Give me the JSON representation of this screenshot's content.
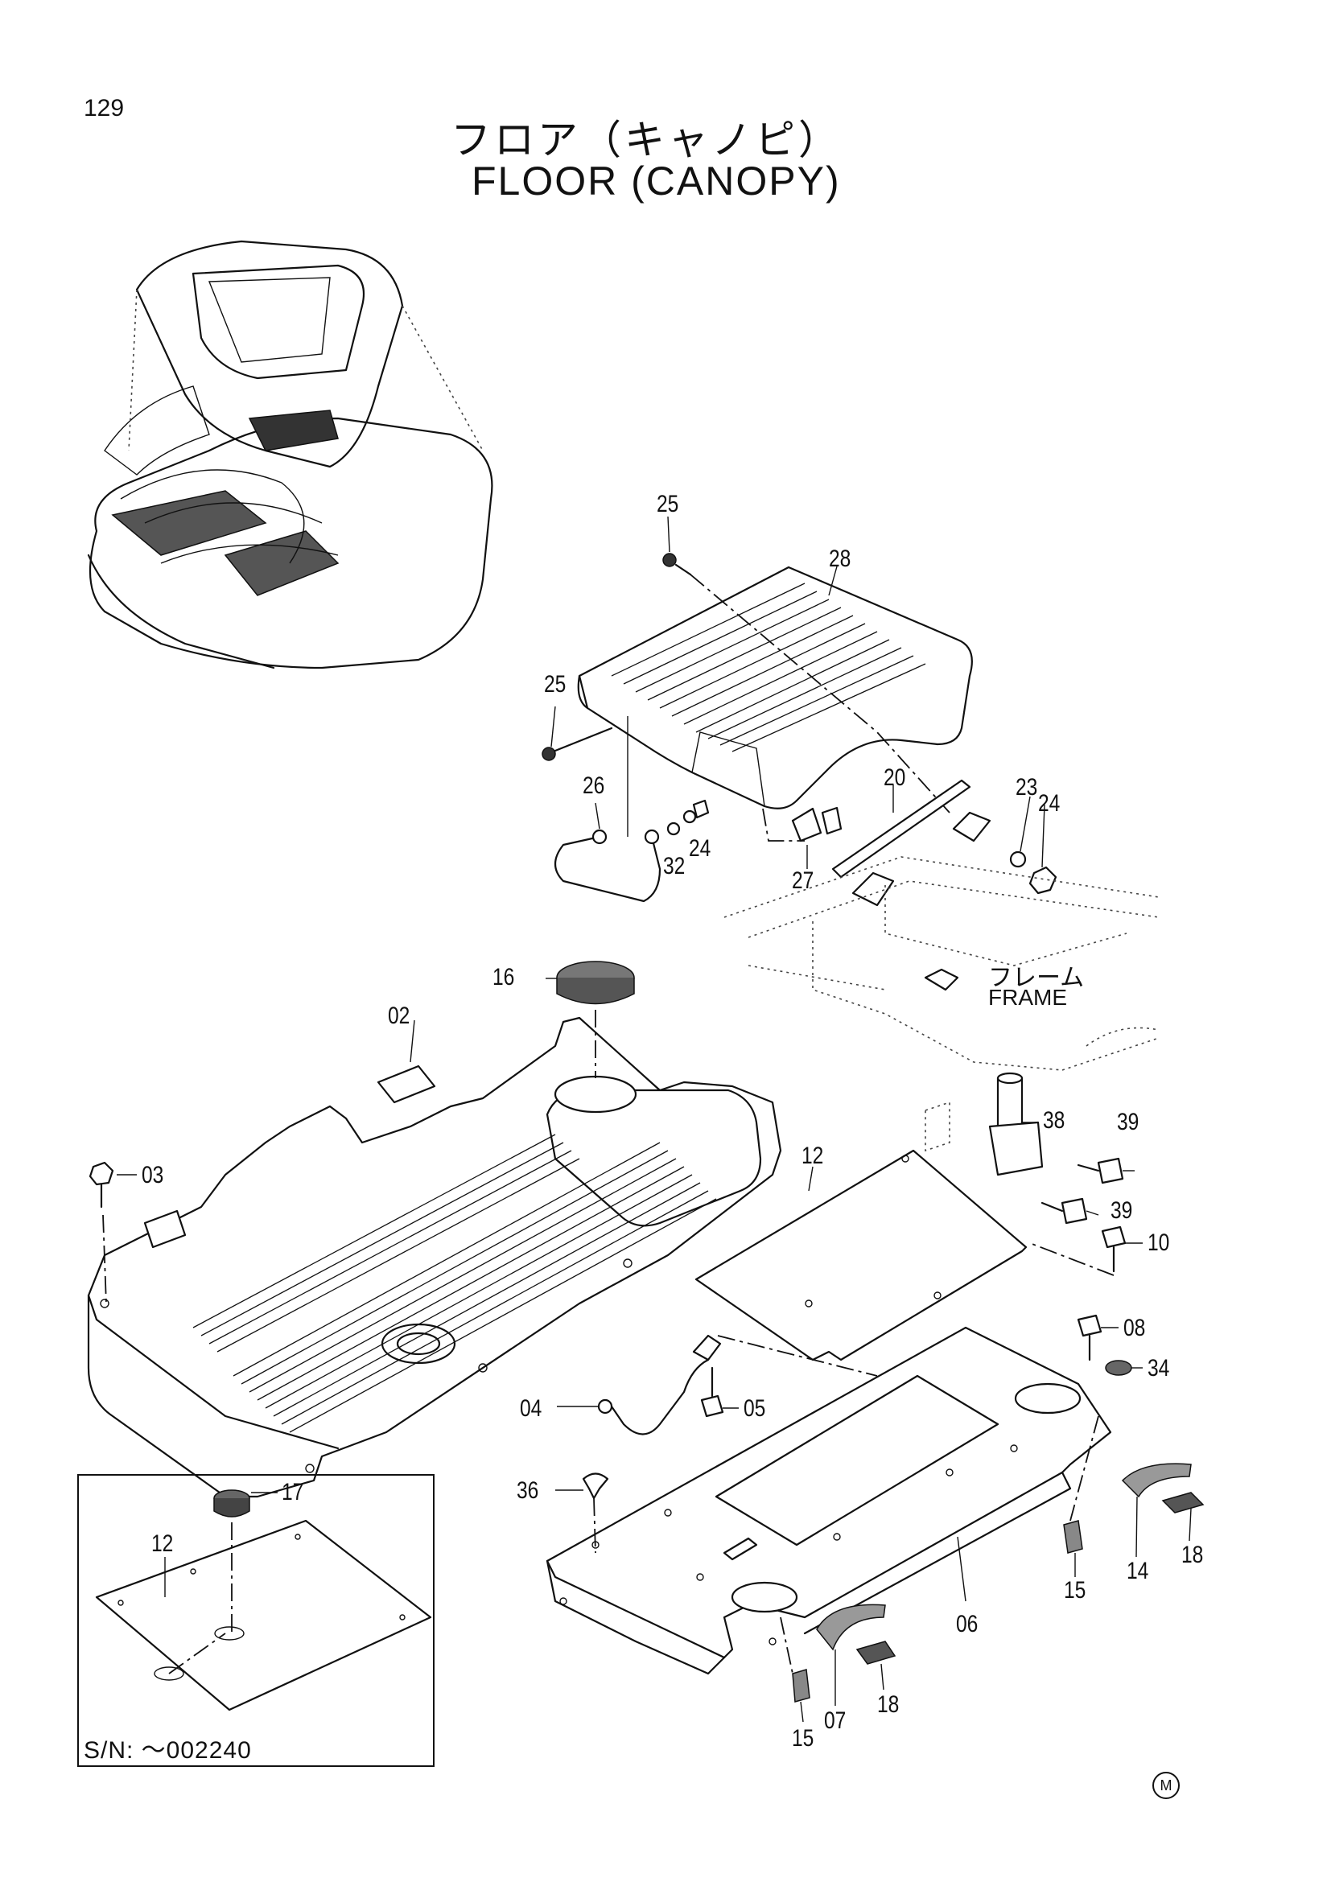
{
  "page_number": "129",
  "title": {
    "japanese": "フロア（キャノピ）",
    "english": "FLOOR (CANOPY)"
  },
  "frame_label": {
    "japanese": "フレーム",
    "english": "FRAME"
  },
  "inset": {
    "serial_note": "S/N: ～002240"
  },
  "callouts": {
    "c25a": "25",
    "c28": "28",
    "c25b": "25",
    "c26": "26",
    "c32": "32",
    "c24a": "24",
    "c20": "20",
    "c27": "27",
    "c23": "23",
    "c24b": "24",
    "c16": "16",
    "c02": "02",
    "c03": "03",
    "c12": "12",
    "c38": "38",
    "c39a": "39",
    "c39b": "39",
    "c10": "10",
    "c08": "08",
    "c34": "34",
    "c04": "04",
    "c05": "05",
    "c36": "36",
    "c06": "06",
    "c14": "14",
    "c18a": "18",
    "c15a": "15",
    "c15b": "15",
    "c07": "07",
    "c18b": "18",
    "c17": "17",
    "c12b": "12"
  },
  "mark": "M"
}
